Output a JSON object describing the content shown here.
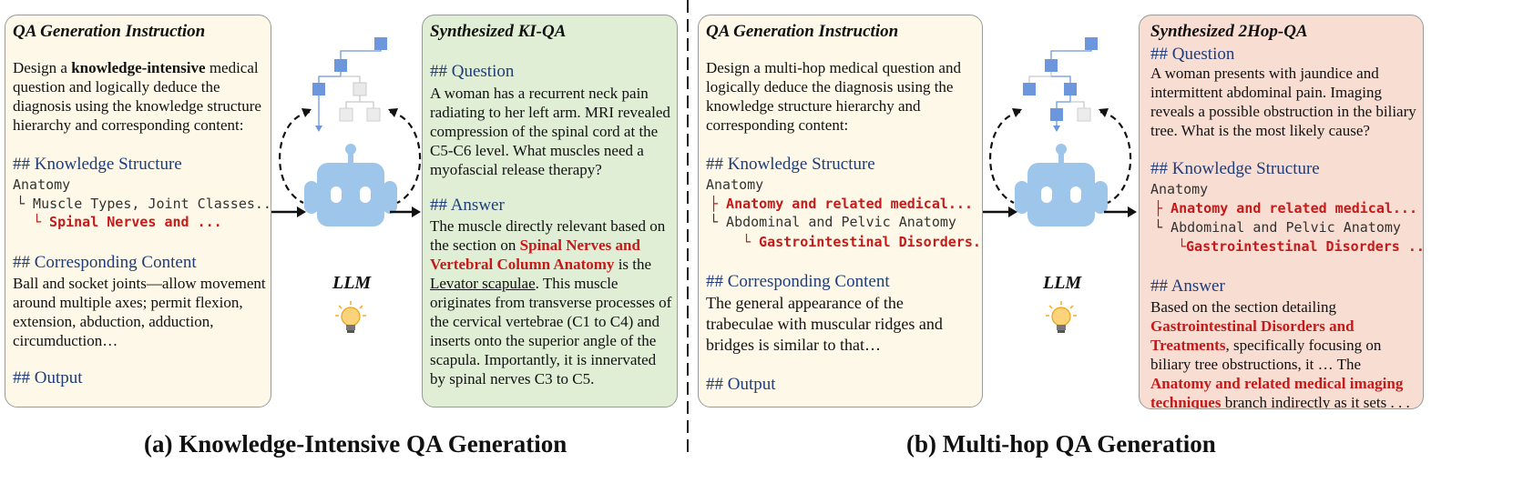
{
  "panel_a": {
    "caption": "(a) Knowledge-Intensive QA Generation",
    "instruction": {
      "title": "QA Generation Instruction",
      "line1_pre": "Design a ",
      "line1_bold": "knowledge-intensive",
      "line1_post": " medical",
      "line2": "question and logically deduce the",
      "line3": "diagnosis using the knowledge structure",
      "line4": "hierarchy and corresponding content:",
      "ks_heading": "## Knowledge Structure",
      "ks_line1": "Anatomy",
      "ks_line2": "└ Muscle Types, Joint Classes...",
      "ks_line3": "└ Spinal Nerves and ...",
      "cc_heading": "## Corresponding Content",
      "cc_line1": "Ball and socket joints—allow movement",
      "cc_line2": "around multiple axes; permit flexion,",
      "cc_line3": "extension, abduction, adduction,",
      "cc_line4": "circumduction…",
      "output_heading": "## Output"
    },
    "llm_label": "LLM",
    "result": {
      "title": "Synthesized KI-QA",
      "q_heading": "## Question",
      "q_line1": "A woman has a recurrent neck pain",
      "q_line2": "radiating to her left arm. MRI revealed",
      "q_line3": "compression of the spinal cord at the",
      "q_line4": "C5-C6 level. What muscles need a",
      "q_line5": "myofascial release therapy?",
      "a_heading": "## Answer",
      "a_line1": "The muscle directly relevant based on",
      "a_line2_pre": "the section on ",
      "a_line2_red": "Spinal Nerves and",
      "a_line3_red": "Vertebral Column Anatomy",
      "a_line3_post": " is the",
      "a_line4_ul": "Levator scapulae",
      "a_line4_post": ". This muscle",
      "a_line5": "originates from transverse processes of",
      "a_line6": "the cervical vertebrae (C1 to C4) and",
      "a_line7": "inserts onto the superior angle of the",
      "a_line8": "scapula. Importantly, it is innervated",
      "a_line9": "by spinal nerves C3 to C5."
    }
  },
  "panel_b": {
    "caption": "(b) Multi-hop QA Generation",
    "instruction": {
      "title": "QA Generation Instruction",
      "line1": "Design a multi-hop medical question and",
      "line2": "logically deduce the diagnosis using the",
      "line3": "knowledge structure hierarchy and",
      "line4": "corresponding content:",
      "ks_heading": "## Knowledge Structure",
      "ks_line1": "Anatomy",
      "ks_line2": "├ Anatomy and related medical...",
      "ks_line3": "└ Abdominal and Pelvic Anatomy",
      "ks_line4": "└ Gastrointestinal Disorders..",
      "cc_heading": "## Corresponding Content",
      "cc_line1": "The general appearance of the",
      "cc_line2": "trabeculae with muscular ridges and",
      "cc_line3": "bridges is similar to that…",
      "output_heading": "## Output"
    },
    "llm_label": "LLM",
    "result": {
      "title": "Synthesized 2Hop-QA",
      "q_heading": "## Question",
      "q_line1": "A woman presents with jaundice and",
      "q_line2": "intermittent abdominal pain. Imaging",
      "q_line3": "reveals a possible obstruction in the biliary",
      "q_line4": "tree. What is the most likely cause?",
      "ks_heading": "## Knowledge Structure",
      "ks_line1": "Anatomy",
      "ks_line2": "├ Anatomy and related medical...",
      "ks_line3": "└ Abdominal and Pelvic Anatomy",
      "ks_line4": "└Gastrointestinal Disorders ...",
      "a_heading": "## Answer",
      "a_line1": "Based on the section detailing",
      "a_line2_red": "Gastrointestinal Disorders and",
      "a_line3_red": "Treatments",
      "a_line3_post": ", specifically focusing on",
      "a_line4": "biliary tree obstructions, it … The",
      "a_line5_red": "Anatomy and related medical imaging",
      "a_line6_red": "techniques",
      "a_line6_post": " branch indirectly as it sets . . ."
    }
  },
  "colors": {
    "instruction_bg": "#fdf8e7",
    "ki_qa_bg": "#e0eed5",
    "twohop_bg": "#f8ddd3",
    "heading_blue": "#1f3d7a",
    "highlight_red": "#c41a1a",
    "robot_blue": "#9ec5ea",
    "tree_node_blue": "#6d97dc"
  },
  "icons": [
    "tree-icon",
    "robot-icon",
    "lightbulb-icon",
    "arrow-icon"
  ]
}
